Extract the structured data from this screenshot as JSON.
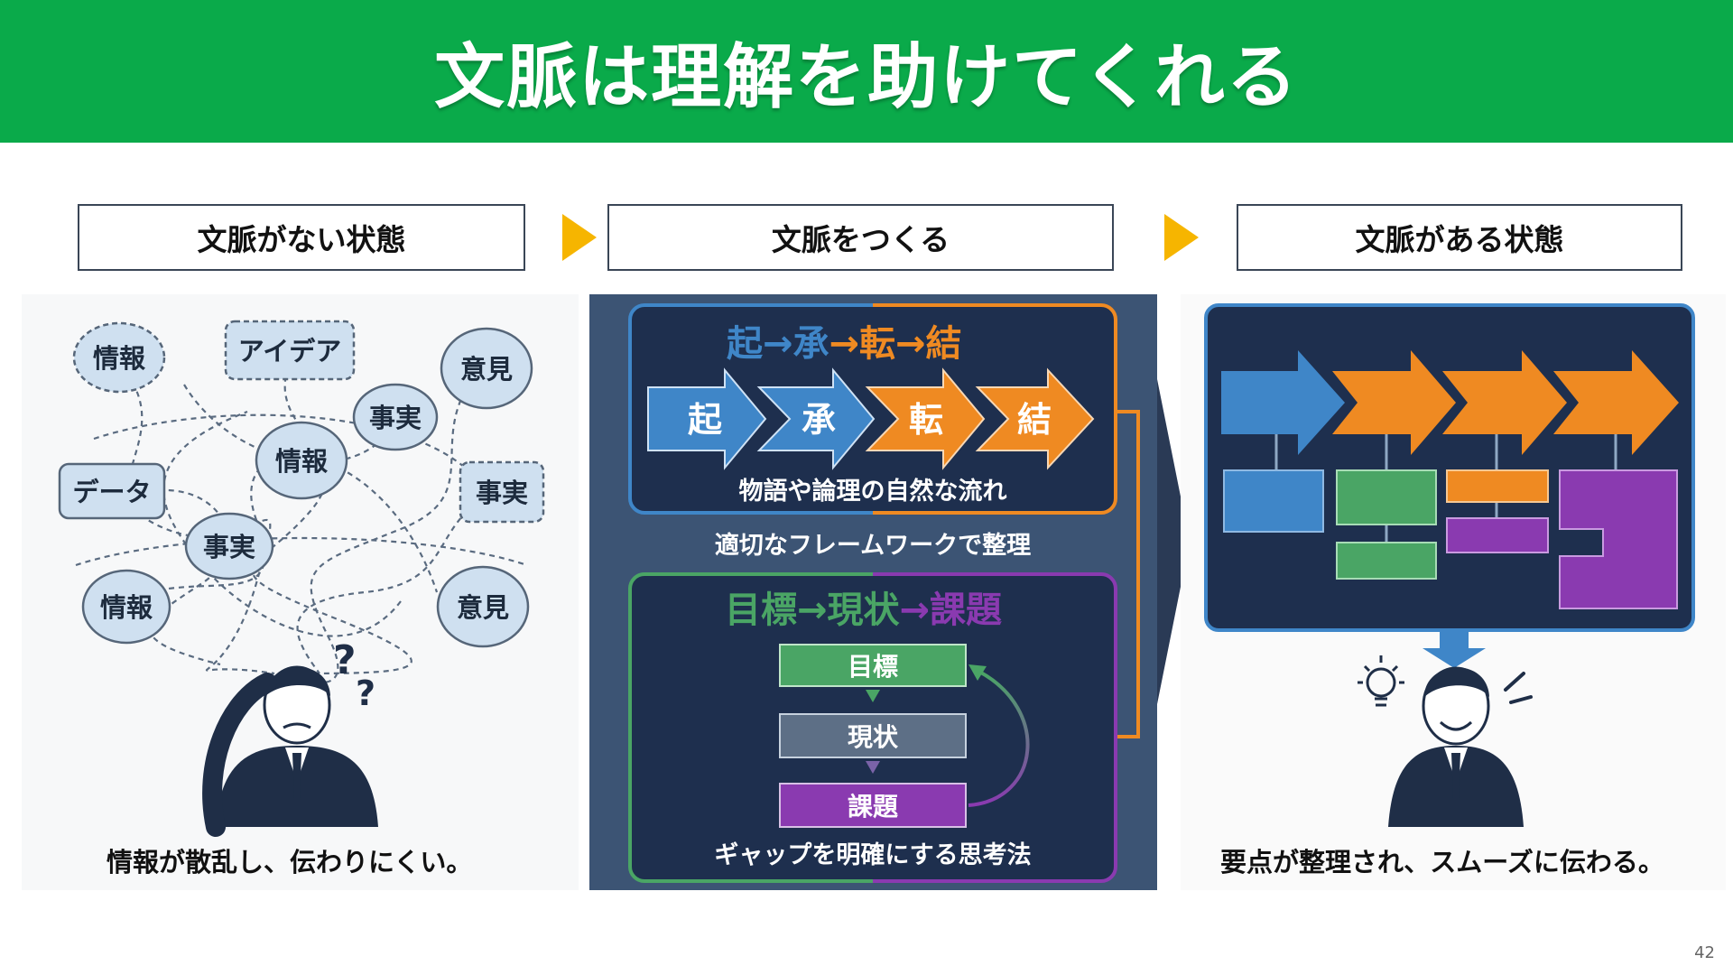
{
  "slide": {
    "title": "文脈は理解を助けてくれる",
    "page_number": "42"
  },
  "colors": {
    "header_green": "#0aaa4a",
    "arrow_yellow": "#f6b500",
    "blue": "#3f86c8",
    "orange": "#ef8a22",
    "green": "#4aa565",
    "purple": "#8a3ab0",
    "navy": "#1e2f4e"
  },
  "left": {
    "label": "文脈がない状態",
    "bubbles": [
      "情報",
      "アイデア",
      "意見",
      "事実",
      "情報",
      "データ",
      "事実",
      "事実",
      "情報",
      "意見"
    ],
    "caption": "情報が散乱し、伝わりにくい。"
  },
  "middle": {
    "label": "文脈をつくる",
    "framework1": {
      "heading": [
        "起",
        "→承",
        "→転",
        "→結"
      ],
      "steps": [
        "起",
        "承",
        "転",
        "結"
      ],
      "subtitle": "物語や論理の自然な流れ"
    },
    "between": "適切なフレームワークで整理",
    "framework2": {
      "heading": [
        "目標",
        "→現状",
        "→課題"
      ],
      "steps": [
        "目標",
        "現状",
        "課題"
      ],
      "subtitle": "ギャップを明確にする思考法"
    }
  },
  "right": {
    "label": "文脈がある状態",
    "caption": "要点が整理され、スムーズに伝わる。"
  }
}
